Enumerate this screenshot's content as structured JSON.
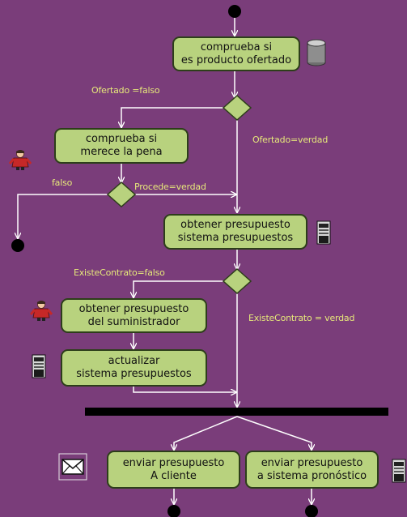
{
  "diagram": {
    "activities": {
      "check_offered": "comprueba si\nes producto ofertado",
      "check_worth": "comprueba si\nmerece la pena",
      "get_budget_system": "obtener presupuesto\nsistema presupuestos",
      "get_budget_supplier": "obtener presupuesto\ndel suministrador",
      "update_system": "actualizar\nsistema presupuestos",
      "send_client": "enviar presupuesto\nA cliente",
      "send_forecast": "enviar presupuesto\na sistema pronóstico"
    },
    "guards": {
      "offered_false": "Ofertado =falso",
      "offered_true": "Ofertado=verdad",
      "worth_false": "falso",
      "worth_true": "Procede=verdad",
      "contract_false": "ExisteContrato=falso",
      "contract_true": "ExisteContrato = verdad"
    },
    "icons": {
      "database": "database-cylinder-icon",
      "actor1": "person-actor-icon",
      "computer1": "computer-tower-icon",
      "actor2": "person-actor-icon",
      "computer2": "computer-tower-icon",
      "mail": "envelope-icon",
      "computer3": "computer-tower-icon"
    },
    "colors": {
      "background": "#7a3d7a",
      "activity_fill": "#b8d27e",
      "guard_text": "#e6e87a"
    }
  }
}
